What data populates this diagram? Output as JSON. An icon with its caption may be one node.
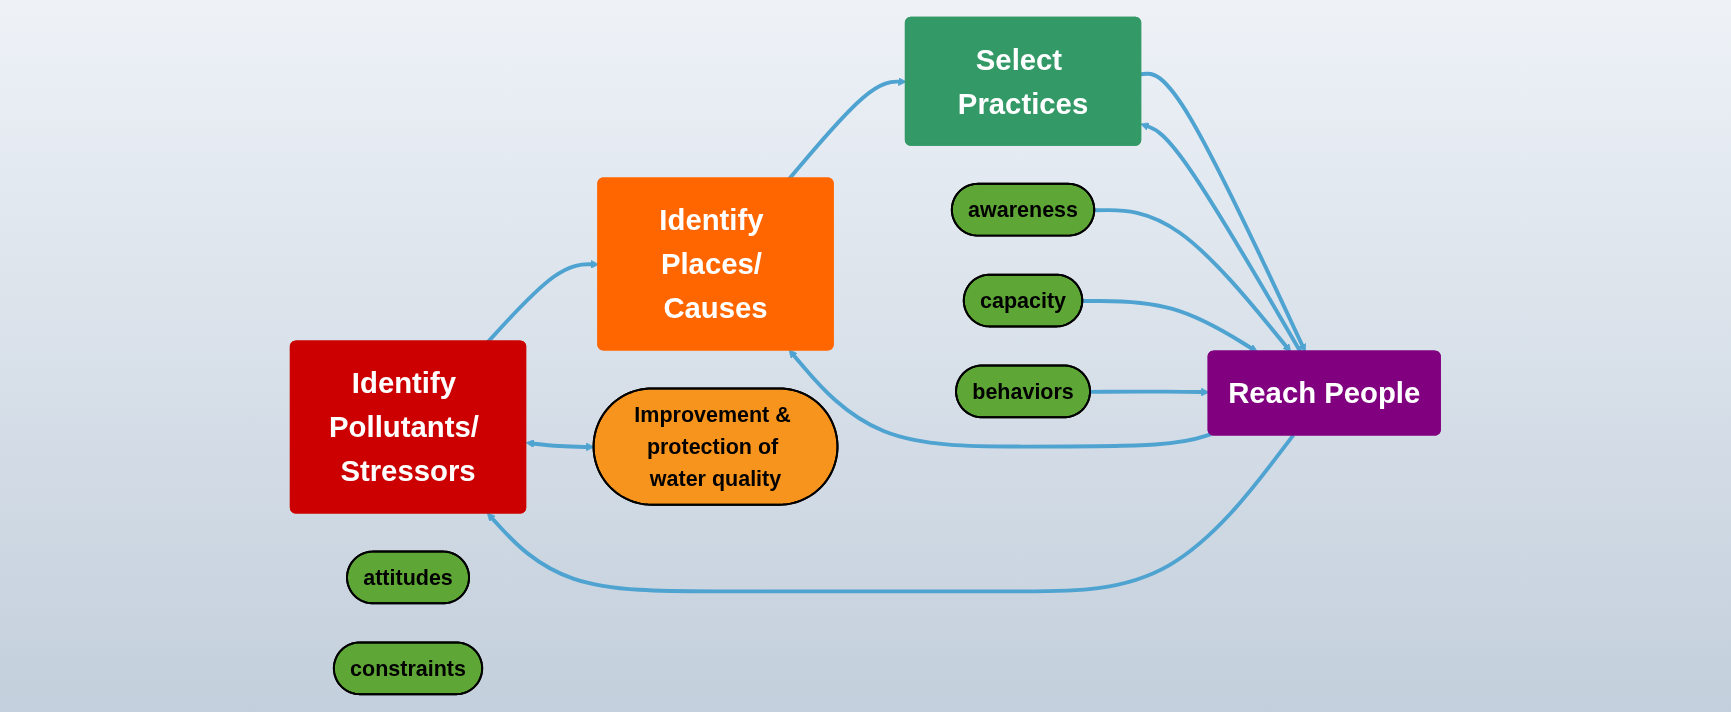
{
  "diagram": {
    "nodes": [
      {
        "text": [
          "Identify Pollutants/ Stressors"
        ]
      },
      {
        "text": [
          "Identify Places/ Causes"
        ]
      },
      {
        "text": [
          "Select Practices"
        ]
      },
      {
        "text": [
          "Reach People"
        ]
      },
      {
        "text": [
          "Improvement & protection of water quality"
        ]
      },
      {
        "text": [
          "awareness"
        ]
      },
      {
        "text": [
          "capacity"
        ]
      },
      {
        "text": [
          "behaviors"
        ]
      },
      {
        "text": [
          "attitudes"
        ]
      },
      {
        "text": [
          "constraints"
        ]
      }
    ],
    "edges": [
      {
        "from": 0,
        "to": 1,
        "arrow": "to"
      },
      {
        "from": 1,
        "to": 2,
        "arrow": "to"
      },
      {
        "from": 2,
        "to": 3,
        "arrow": "to"
      },
      {
        "from": 3,
        "to": 0,
        "arrow": "to"
      },
      {
        "from": 3,
        "to": 1,
        "arrow": "to"
      },
      {
        "from": 3,
        "to": 2,
        "arrow": "to"
      },
      {
        "from": 0,
        "to": 4,
        "arrow": "both"
      },
      {
        "from": 5,
        "to": 3,
        "arrow": "to"
      },
      {
        "from": 6,
        "to": 3,
        "arrow": "to"
      },
      {
        "from": 7,
        "to": 3,
        "arrow": "to"
      }
    ]
  }
}
